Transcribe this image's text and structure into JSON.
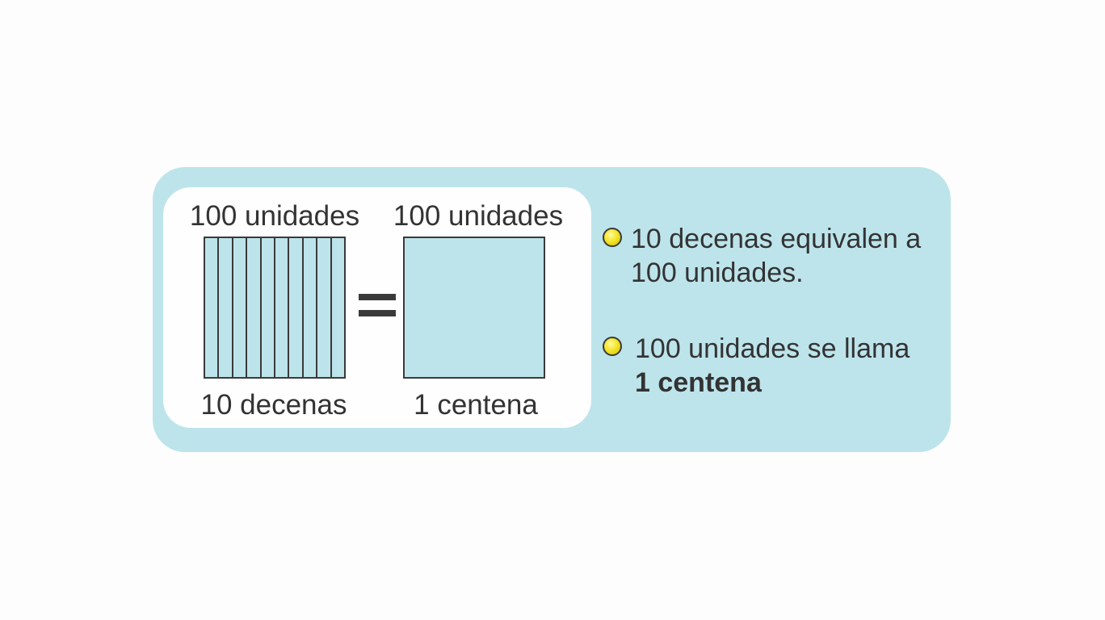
{
  "diagram": {
    "left_top_label": "100 unidades",
    "right_top_label": "100 unidades",
    "left_bottom_label": "10 decenas",
    "right_bottom_label": "1 centena",
    "rod_count": 10,
    "equals_symbol": "="
  },
  "notes": {
    "note1": "10 decenas equivalen a",
    "note1_line2": "100 unidades.",
    "note2": "100 unidades se llama",
    "note2_strong": "1 centena"
  },
  "colors": {
    "card_background": "#bde4eb",
    "panel_background": "#fefefe",
    "block_fill": "#bde4eb",
    "bullet": "#f3e62a",
    "text": "#333333"
  }
}
